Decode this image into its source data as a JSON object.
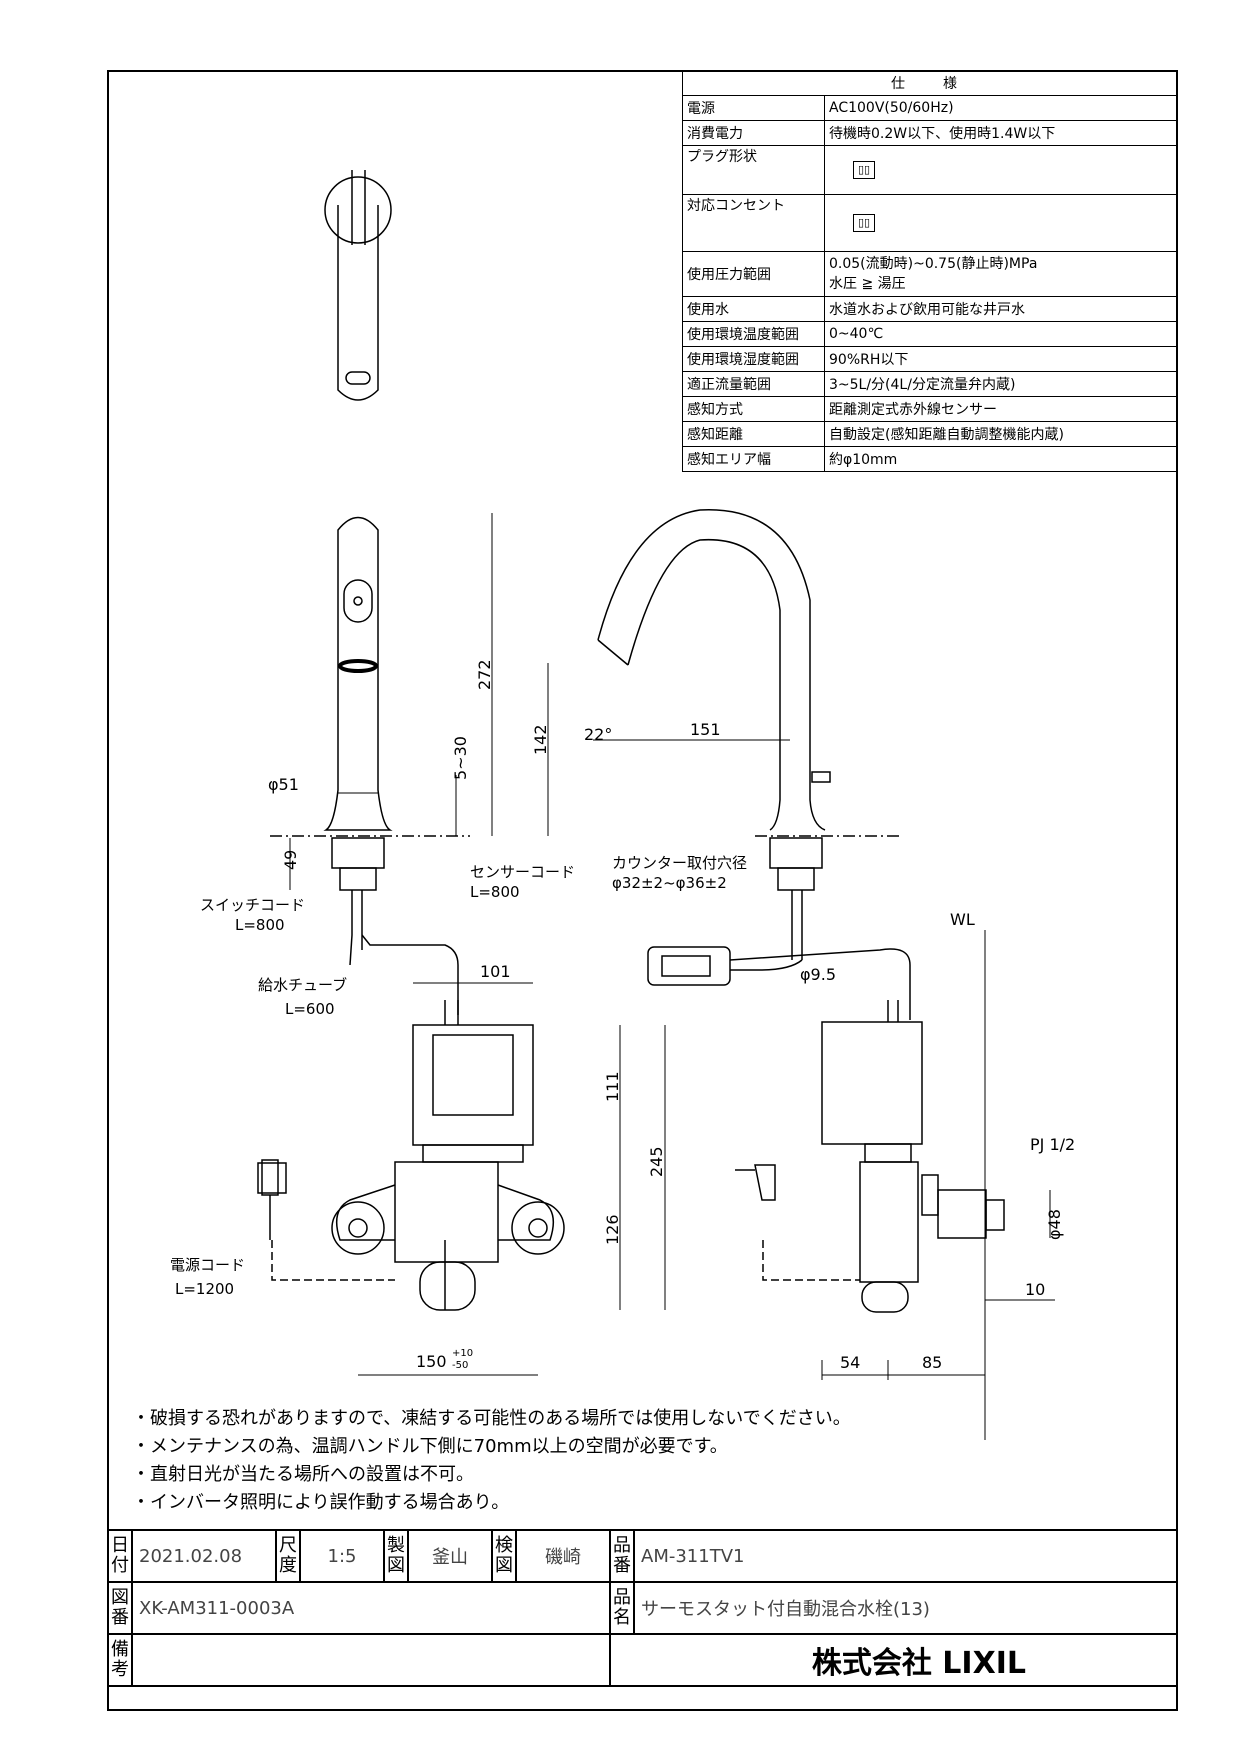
{
  "spec": {
    "title": "仕　様",
    "rows": [
      {
        "k": "電源",
        "v": "AC100V(50/60Hz)"
      },
      {
        "k": "消費電力",
        "v": "待機時0.2W以下、使用時1.4W以下"
      },
      {
        "k": "プラグ形状",
        "v": "▯▯"
      },
      {
        "k": "対応コンセント",
        "v": "▯▯"
      },
      {
        "k": "使用圧力範囲",
        "v": "0.05(流動時)~0.75(静止時)MPa",
        "v2": "水圧 ≧ 湯圧"
      },
      {
        "k": "使用水",
        "v": "水道水および飲用可能な井戸水"
      },
      {
        "k": "使用環境温度範囲",
        "v": "0~40℃"
      },
      {
        "k": "使用環境湿度範囲",
        "v": "90%RH以下"
      },
      {
        "k": "適正流量範囲",
        "v": "3~5L/分(4L/分定流量弁内蔵)"
      },
      {
        "k": "感知方式",
        "v": "距離測定式赤外線センサー"
      },
      {
        "k": "感知距離",
        "v": "自動設定(感知距離自動調整機能内蔵)"
      },
      {
        "k": "感知エリア幅",
        "v": "約φ10mm"
      }
    ]
  },
  "dims": {
    "d51": "φ51",
    "d5_30": "5~30",
    "d49": "49",
    "d272": "272",
    "d142": "142",
    "d22": "22°",
    "d151": "151",
    "d101": "101",
    "d111": "111",
    "d245": "245",
    "d126": "126",
    "d150": "150",
    "tol_p": "+10",
    "tol_m": "-50",
    "d9_5": "φ9.5",
    "d54": "54",
    "d85": "85",
    "d48": "φ48",
    "d10": "10",
    "wl": "WL",
    "pj": "PJ 1/2"
  },
  "labels": {
    "sensor_cord": "センサーコード",
    "sensor_len": "L=800",
    "switch_cord": "スイッチコード",
    "switch_len": "L=800",
    "supply_tube": "給水チューブ",
    "supply_len": "L=600",
    "power_cord": "電源コード",
    "power_len": "L=1200",
    "counter_hole": "カウンター取付穴径",
    "counter_dim": "φ32±2~φ36±2"
  },
  "notes": [
    "・破損する恐れがありますので、凍結する可能性のある場所では使用しないでください。",
    "・メンテナンスの為、温調ハンドル下側に70mm以上の空間が必要です。",
    "・直射日光が当たる場所への設置は不可。",
    "・インバータ照明により誤作動する場合あり。"
  ],
  "titleblock": {
    "date_label": "日付",
    "date": "2021.02.08",
    "scale_label": "尺度",
    "scale": "1:5",
    "drawn_label": "製図",
    "drawn": "釜山",
    "check_label": "検図",
    "check": "磯崎",
    "part_label": "品番",
    "part": "AM-311TV1",
    "dwg_label": "図番",
    "dwg": "XK-AM311-0003A",
    "name_label": "品名",
    "name": "サーモスタット付自動混合水栓(13)",
    "remarks_label": "備考",
    "company": "株式会社 LIXIL"
  }
}
